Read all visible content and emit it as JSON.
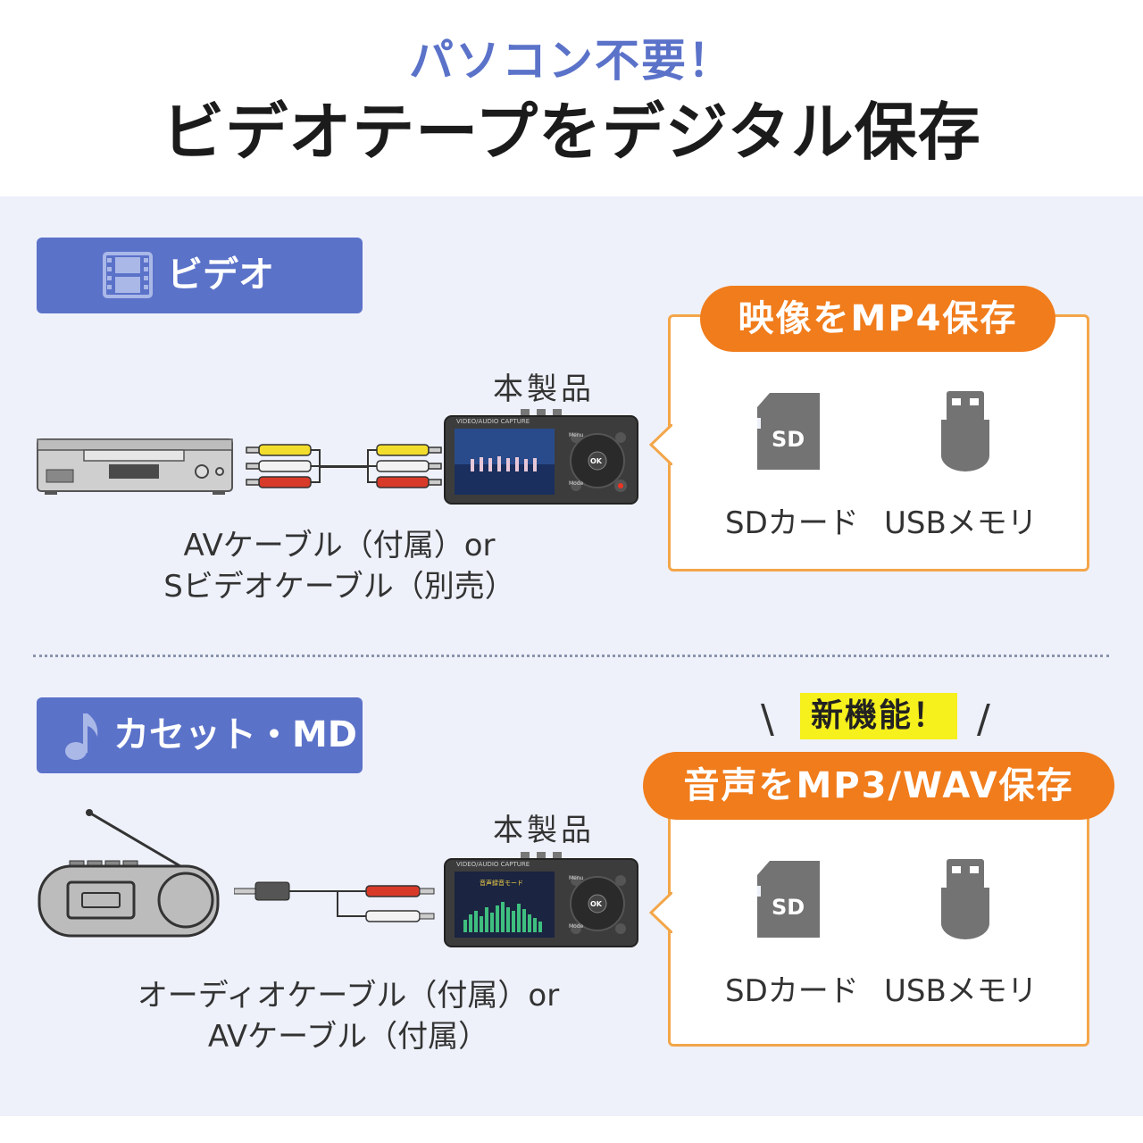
{
  "header": {
    "subtitle": "パソコン不要！",
    "title": "ビデオテープをデジタル保存"
  },
  "video_section": {
    "category_label": "ビデオ",
    "category_icon": "film-icon",
    "product_label": "本製品",
    "cable_caption_line1": "AVケーブル（付属）or",
    "cable_caption_line2": "Sビデオケーブル（別売）",
    "save_format": "映像をMP4保存",
    "storage": [
      {
        "label": "SDカード",
        "icon": "sd-card-icon"
      },
      {
        "label": "USBメモリ",
        "icon": "usb-memory-icon"
      }
    ]
  },
  "audio_section": {
    "category_label": "カセット・MD",
    "category_icon": "music-note-icon",
    "new_badge": "新機能！",
    "product_label": "本製品",
    "cable_caption_line1": "オーディオケーブル（付属）or",
    "cable_caption_line2": "AVケーブル（付属）",
    "save_format": "音声をMP3/WAV保存",
    "storage": [
      {
        "label": "SDカード",
        "icon": "sd-card-icon"
      },
      {
        "label": "USBメモリ",
        "icon": "usb-memory-icon"
      }
    ]
  },
  "device": {
    "brand_text": "VIDEO/AUDIO CAPTURE",
    "ok_label": "OK",
    "menu_label": "Menu",
    "mode_label": "Mode",
    "screen_audio_text": "音声録音モード"
  },
  "sd_icon_text": "SD",
  "colors": {
    "accent_blue": "#5b72c9",
    "accent_orange": "#f07c1c",
    "panel_bg": "#eef1fa",
    "badge_yellow": "#f6f01c"
  }
}
